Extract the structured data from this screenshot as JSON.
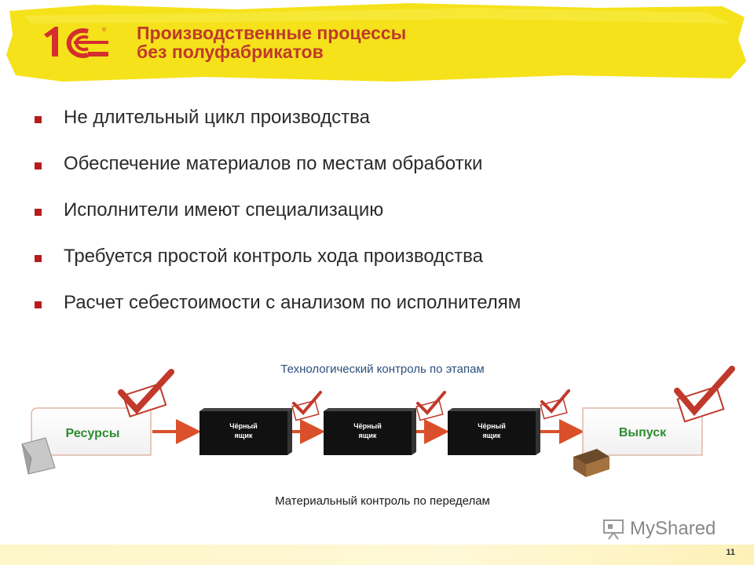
{
  "header": {
    "logo_text": "1С",
    "title_line1": "Производственные процессы",
    "title_line2": "без полуфабрикатов"
  },
  "bullets": [
    "Не длительный цикл производства",
    "Обеспечение материалов по местам обработки",
    "Исполнители имеют специализацию",
    "Требуется простой контроль хода производства",
    "Расчет себестоимости с анализом по исполнителям"
  ],
  "diagram": {
    "top_label": "Технологический контроль по этапам",
    "bottom_label": "Материальный контроль по переделам",
    "input_label": "Ресурсы",
    "output_label": "Выпуск",
    "black_box_line1": "Чёрный",
    "black_box_line2": "ящик"
  },
  "footer": {
    "page_number": "11",
    "watermark": "MyShared"
  },
  "colors": {
    "accent_red": "#c0392b",
    "banner_yellow": "#f5e21a",
    "label_green": "#2e8b2e",
    "arrow_red": "#d9502a"
  }
}
